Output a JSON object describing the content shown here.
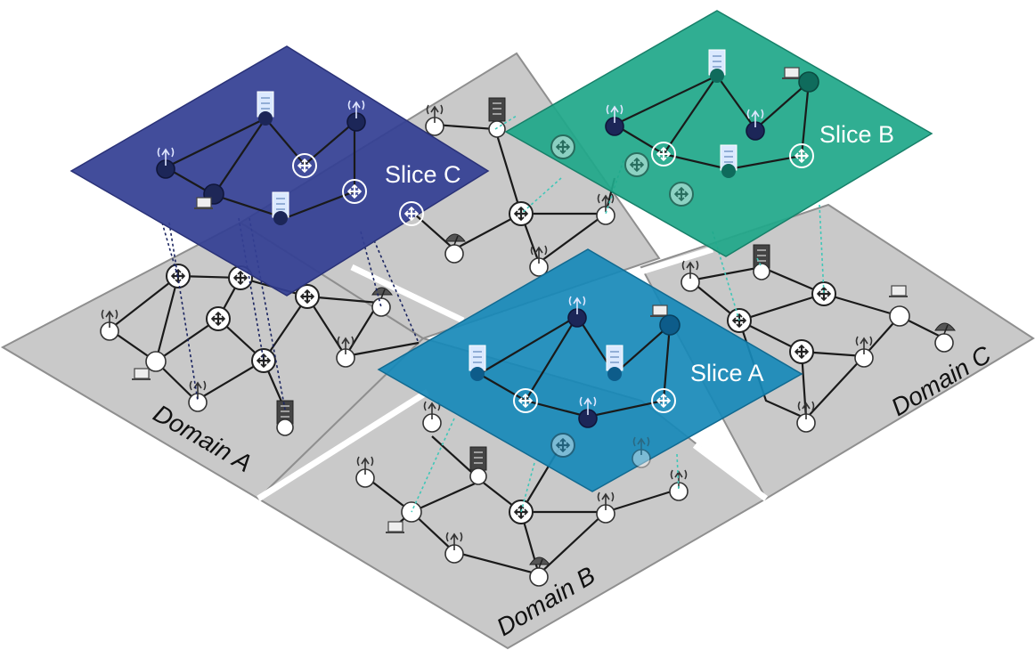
{
  "domains": [
    {
      "label": "Domain A"
    },
    {
      "label": "Domain B"
    },
    {
      "label": "Domain C"
    }
  ],
  "slices": [
    {
      "label": "Slice C",
      "color": "#343f93"
    },
    {
      "label": "Slice B",
      "color": "#20a88a"
    },
    {
      "label": "Slice A",
      "color": "#1789b8"
    }
  ],
  "node_types": [
    "router-icon",
    "antenna-tower-icon",
    "server-icon",
    "laptop-icon",
    "satellite-dish-icon",
    "switch-node"
  ],
  "colors": {
    "domain_plane": "#c9c9c9",
    "slice_c": "#343f93",
    "slice_b": "#20a88a",
    "slice_a": "#1789b8"
  }
}
